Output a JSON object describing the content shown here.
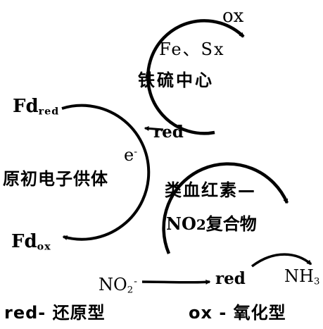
{
  "labels": {
    "ox_top": "ox",
    "fe_s": "Fe、Sx",
    "iron_sulfur_center": "铁硫中心",
    "fd": "Fd",
    "fd_red_sub": "red",
    "fd_ox_sub": "ox",
    "red_upper": "red",
    "electron": "e",
    "electron_sup": "-",
    "donor": "原初电子供体",
    "heme_line1": "类血红素—",
    "no2_complex_prefix": "NO",
    "no2_complex_sub": "2",
    "no2_complex_suffix": "复合物",
    "nitrite_prefix": "NO",
    "nitrite_sub": "2",
    "nitrite_sup": "-",
    "red_lower": "red",
    "nh_prefix": "NH",
    "nh_sub": "3",
    "legend_red": "red- 还原型",
    "legend_ox": "ox - 氧化型"
  },
  "colors": {
    "ink": "#000000",
    "background": "#ffffff"
  }
}
